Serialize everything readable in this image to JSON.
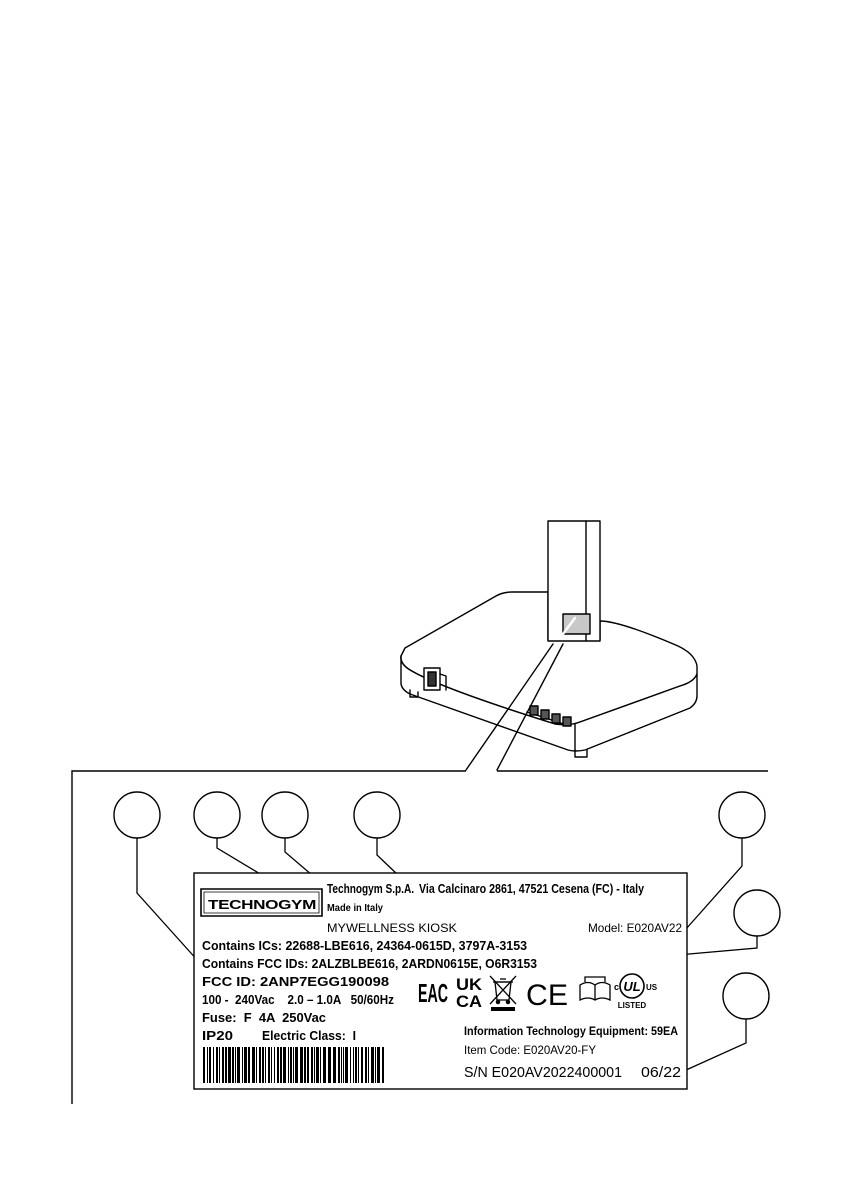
{
  "label": {
    "brand_logo": "TECHNOGYM",
    "company": "Technogym S.p.A.",
    "address": "Via Calcinaro 2861, 47521 Cesena (FC) - Italy",
    "made_in": "Made in Italy",
    "product": "MYWELLNESS KIOSK",
    "model": "Model: E020AV22",
    "ics": "Contains ICs: 22688-LBE616, 24364-0615D, 3797A-3153",
    "fcc_ids": "Contains FCC IDs: 2ALZBLBE616, 2ARDN0615E, O6R3153",
    "fcc_id": "FCC ID: 2ANP7EGG190098",
    "voltage": "100 -  240Vac    2.0 – 1.0A   50/60Hz",
    "fuse": "Fuse:  F  4A  250Vac",
    "ip": "IP20",
    "electric_class": "Electric Class:  I",
    "ite": "Information Technology Equipment: 59EA",
    "item_code": "Item Code: E020AV20-FY",
    "serial": "S/N E020AV2022400001",
    "date": "06/22"
  },
  "marks": {
    "eac": "EAC",
    "ukca_top": "UK",
    "ukca_bottom": "CA",
    "ce": "CE",
    "ul_c": "c",
    "ul": "UL",
    "ul_us": "US",
    "ul_listed": "LISTED"
  },
  "icons": [
    "weee-bin-icon",
    "manual-book-icon"
  ]
}
